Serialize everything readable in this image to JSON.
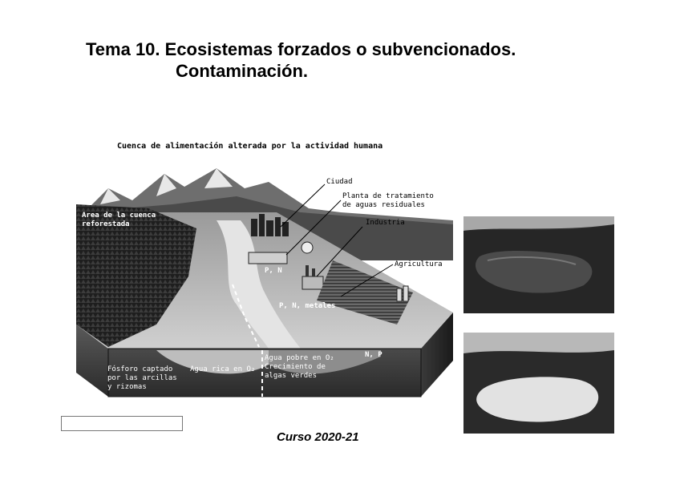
{
  "slide": {
    "title_line1": "Tema 10. Ecosistemas forzados o subvencionados.",
    "title_line2": "Contaminación.",
    "footer": "Curso 2020-21"
  },
  "figure": {
    "title": "Cuenca de alimentación alterada por la actividad humana",
    "labels": {
      "area_line1": "Area de la cuenca",
      "area_line2": "reforestada",
      "ciudad": "Ciudad",
      "planta_line1": "Planta de tratamiento",
      "planta_line2": "de aguas residuales",
      "industria": "Industria",
      "agricultura": "Agricultura",
      "pn": "P, N",
      "pn_metales": "P, N, metales",
      "np": "N, P",
      "fosforo_line1": "Fósforo captado",
      "fosforo_line2": "por las arcillas",
      "fosforo_line3": "y rizomas",
      "agua_rica": "Agua rica en O₂",
      "agua_pobre_line1": "Agua pobre en O₂",
      "agua_pobre_line2": "Crecimiento de",
      "agua_pobre_line3": "algas verdes"
    }
  },
  "photos": [
    {
      "name": "lake-clear-photo"
    },
    {
      "name": "lake-eutrophic-photo"
    }
  ]
}
